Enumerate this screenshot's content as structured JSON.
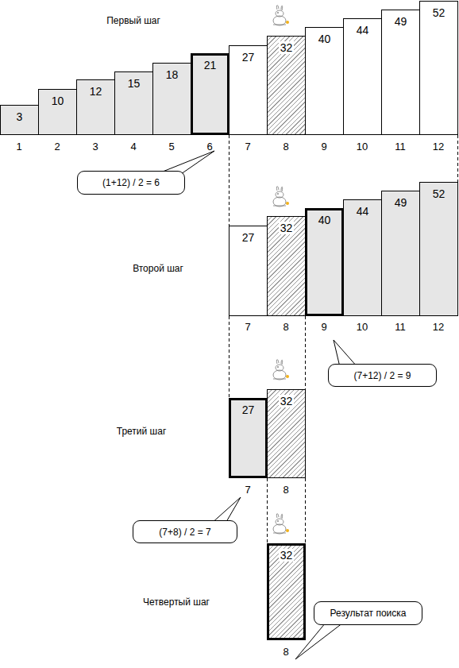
{
  "diagram": {
    "nodes": [
      {
        "text": [
          "3"
        ]
      },
      {
        "text": [
          "10"
        ]
      },
      {
        "text": [
          "12"
        ]
      },
      {
        "text": [
          "15"
        ]
      },
      {
        "text": [
          "18"
        ]
      },
      {
        "text": [
          "21"
        ]
      },
      {
        "text": [
          "27"
        ]
      },
      {
        "text": [
          "32"
        ]
      },
      {
        "text": [
          "40"
        ]
      },
      {
        "text": [
          "44"
        ]
      },
      {
        "text": [
          "49"
        ]
      },
      {
        "text": [
          "52"
        ]
      },
      {
        "text": [
          "(1+12) / 2 = 6"
        ]
      },
      {
        "text": [
          "27"
        ]
      },
      {
        "text": [
          "32"
        ]
      },
      {
        "text": [
          "40"
        ]
      },
      {
        "text": [
          "44"
        ]
      },
      {
        "text": [
          "49"
        ]
      },
      {
        "text": [
          "52"
        ]
      },
      {
        "text": [
          "(7+12) / 2 = 9"
        ]
      },
      {
        "text": [
          "27"
        ]
      },
      {
        "text": [
          "32"
        ]
      },
      {
        "text": [
          "(7+8) / 2 = 7"
        ]
      },
      {
        "text": [
          "32"
        ]
      },
      {
        "text": [
          "Результат поиска"
        ]
      }
    ],
    "labels": [
      "Первый шаг",
      "1",
      "2",
      "3",
      "4",
      "5",
      "6",
      "7",
      "8",
      "9",
      "10",
      "11",
      "12",
      "Второй шаг",
      "7",
      "8",
      "9",
      "10",
      "11",
      "12",
      "Третий шаг",
      "7",
      "8",
      "Четвертый шаг",
      "8"
    ]
  }
}
